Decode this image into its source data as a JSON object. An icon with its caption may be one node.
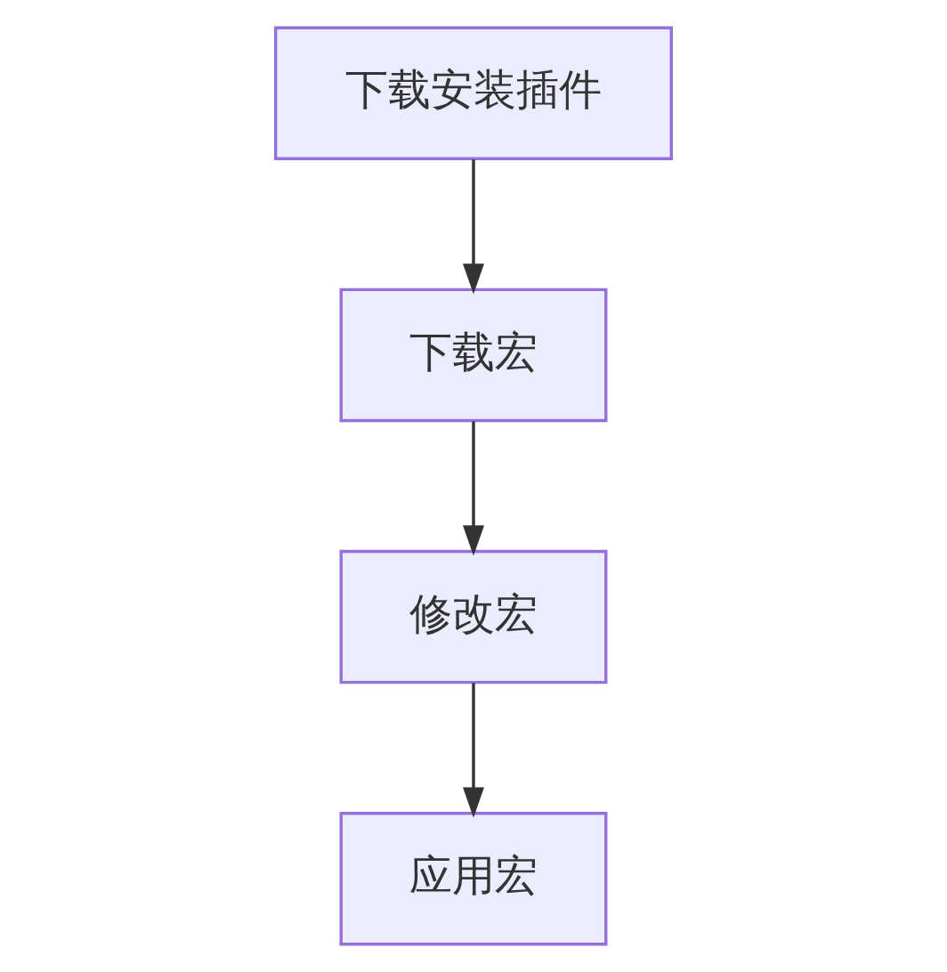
{
  "diagram": {
    "nodes": [
      {
        "text": [
          "下载安装插件"
        ]
      },
      {
        "text": [
          "下载宏"
        ]
      },
      {
        "text": [
          "修改宏"
        ]
      },
      {
        "text": [
          "应用宏"
        ]
      }
    ],
    "edges": [
      {
        "from": 0,
        "to": 1,
        "arrow": "to"
      },
      {
        "from": 1,
        "to": 2,
        "arrow": "to"
      },
      {
        "from": 2,
        "to": 3,
        "arrow": "to"
      }
    ]
  }
}
